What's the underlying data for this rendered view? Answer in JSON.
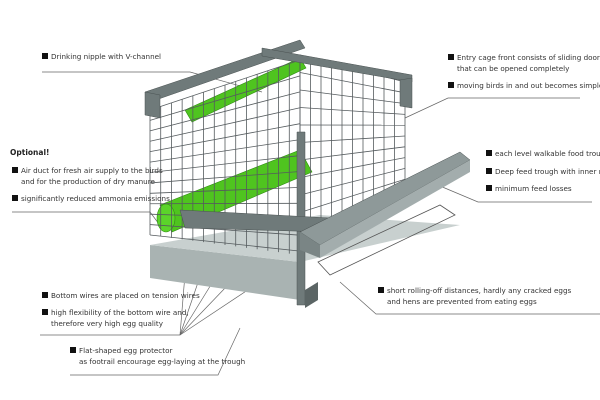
{
  "labels": {
    "drinking_nipple": "Drinking nipple with V-channel",
    "optional": "Optional!",
    "air_duct_1": "Air duct for fresh air supply to the birds",
    "air_duct_2": "and for the production of dry manure",
    "ammonia": "significantly reduced ammonia emissions",
    "entry_1": "Entry cage front consists of sliding doors",
    "entry_2": "that can be opened completely",
    "moving": "moving birds in and out becomes simple",
    "walkable": "each level walkable food trough",
    "deep_trough": "Deep feed trough with inner rim",
    "feed_losses": "minimum feed losses",
    "bottom_wires": "Bottom wires are placed on tension wires",
    "flex_1": "high flexibility of the bottom wire and,",
    "flex_2": "therefore very high egg quality",
    "egg_protector_1": "Flat-shaped egg protector",
    "egg_protector_2": "as footrail encourage egg-laying at the trough",
    "rolling_1": "short rolling-off distances, hardly any cracked eggs",
    "rolling_2": "and hens are prevented from eating eggs"
  },
  "colors": {
    "frame": "#6f7a7a",
    "green": "#4fc41f",
    "wire": "#555b5e",
    "trough": "#9aa5a5"
  }
}
